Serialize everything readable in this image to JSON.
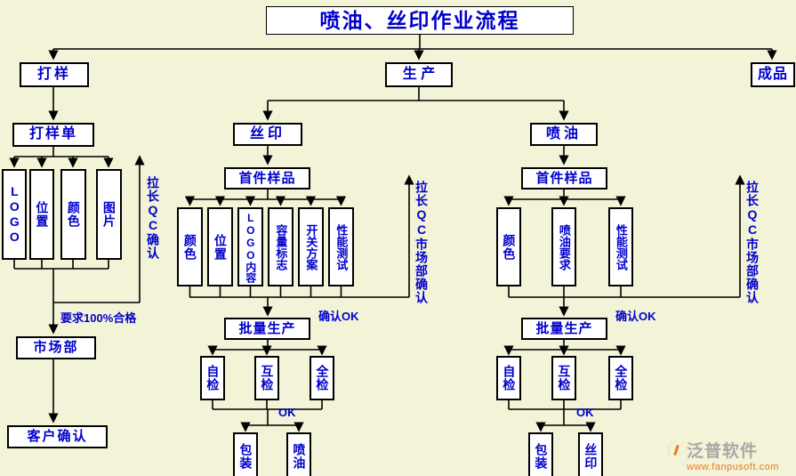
{
  "title": "喷油、丝印作业流程",
  "top": {
    "proofing": "打样",
    "production": "生 产",
    "finished": "成品"
  },
  "proofing_branch": {
    "proof_sheet": "打样单",
    "checks": [
      "LOGO",
      "位置",
      "颜色",
      "图片"
    ],
    "qc_note": "拉长QC确认",
    "pass_requirement": "要求100%合格",
    "market_dept": "市场部",
    "customer_confirm": "客户确认"
  },
  "silkscreen_branch": {
    "name": "丝印",
    "first_sample": "首件样品",
    "checks": [
      "颜色",
      "位置",
      "LOGO内容",
      "容量标志",
      "开关方案",
      "性能测试"
    ],
    "qc_note": "拉长QC市场部确认",
    "confirm_ok": "确认OK",
    "mass_production": "批量生产",
    "inspections": [
      "自检",
      "互检",
      "全检"
    ],
    "ok_label": "OK",
    "outputs": [
      "包装",
      "喷油"
    ]
  },
  "spray_branch": {
    "name": "喷油",
    "first_sample": "首件样品",
    "checks": [
      "颜色",
      "喷油要求",
      "性能测试"
    ],
    "qc_note": "拉长QC市场部确认",
    "confirm_ok": "确认OK",
    "mass_production": "批量生产",
    "inspections": [
      "自检",
      "互检",
      "全检"
    ],
    "ok_label": "OK",
    "outputs": [
      "包装",
      "丝印"
    ]
  },
  "watermark": {
    "brand": "泛普软件",
    "url": "www.fanpusoft.com"
  },
  "colors": {
    "background": "#f3f3d7",
    "box_fill": "#ffffff",
    "border": "#000000",
    "text_blue": "#0000cc",
    "logo_orange": "#e87c1e",
    "logo_gray": "#a8a8a8"
  }
}
